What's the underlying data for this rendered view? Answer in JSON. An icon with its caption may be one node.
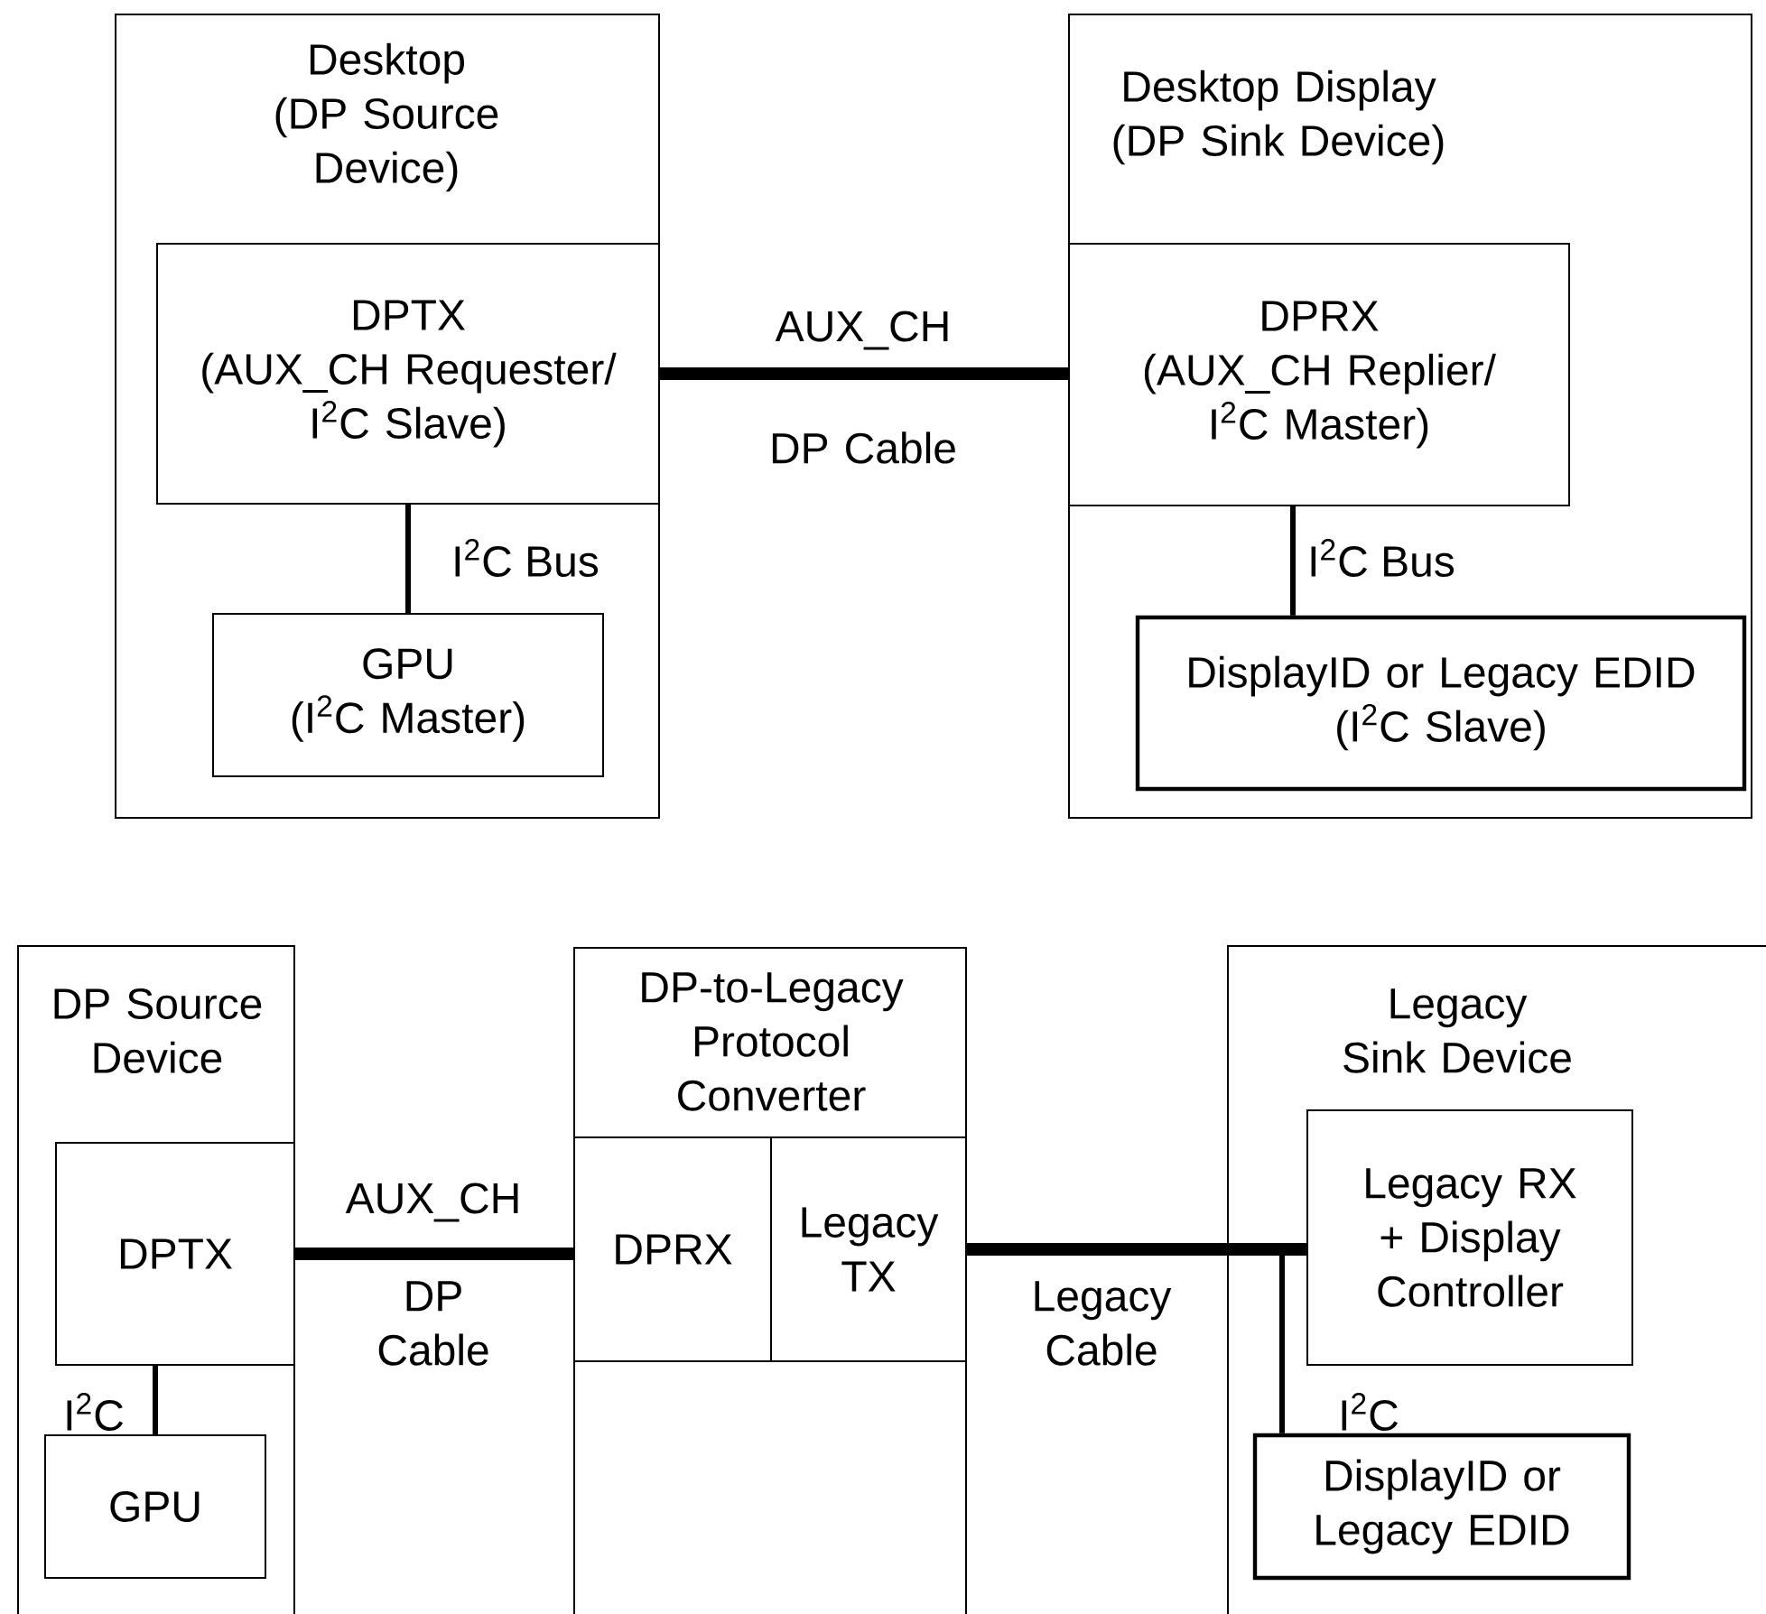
{
  "diagram": {
    "nodes": [
      {
        "text": [
          "Desktop",
          "(DP Source Device)"
        ]
      },
      {
        "text": [
          "DPTX",
          "(AUX_CH Requester/ I$^{2}$C Slave)"
        ],
        "in": 0
      },
      {
        "text": [
          "GPU",
          "(I$^{2}$C Master)"
        ],
        "in": 0
      },
      {
        "text": [
          "Desktop Display",
          "(DP Sink Device)"
        ]
      },
      {
        "text": [
          "DPRX",
          "(AUX_CH Replier/ I$^{2}$C Master)"
        ],
        "in": 3
      },
      {
        "text": [
          "DisplayID or Legacy EDID",
          "(I$^{2}$C Slave)"
        ],
        "in": 3
      },
      {
        "text": [
          "DP Source Device"
        ]
      },
      {
        "text": [
          "DPTX"
        ],
        "in": 6
      },
      {
        "text": [
          "GPU"
        ],
        "in": 6
      },
      {
        "text": [
          "DP-to-Legacy Protocol Converter"
        ]
      },
      {
        "text": [
          "DPRX"
        ],
        "in": 9
      },
      {
        "text": [
          "Legacy TX"
        ],
        "in": 9
      },
      {
        "text": [
          "Legacy Sink Device"
        ]
      },
      {
        "text": [
          "Legacy RX + Display Controller"
        ],
        "in": 12
      },
      {
        "text": [
          "DisplayID or Legacy EDID"
        ],
        "in": 12
      }
    ],
    "edges": [
      {
        "from": 1,
        "to": 4,
        "arrow": "none",
        "style": "thick",
        "label": "AUX_CH"
      },
      {
        "from": 1,
        "to": 2,
        "arrow": "none",
        "label": "I$^{2}$C Bus"
      },
      {
        "from": 4,
        "to": 5,
        "arrow": "none",
        "label": "I$^{2}$C Bus"
      },
      {
        "from": 7,
        "to": 10,
        "arrow": "none",
        "style": "thick",
        "label": "AUX_CH"
      },
      {
        "from": 7,
        "to": 8,
        "arrow": "none",
        "label": "I$^{2}$C"
      },
      {
        "from": 11,
        "to": 13,
        "arrow": "none",
        "style": "thick"
      },
      {
        "from": 11,
        "to": 14,
        "arrow": "none",
        "label": "I$^{2}$C"
      }
    ],
    "labels": [
      "DP Cable",
      "DP Cable",
      "Legacy Cable"
    ]
  }
}
